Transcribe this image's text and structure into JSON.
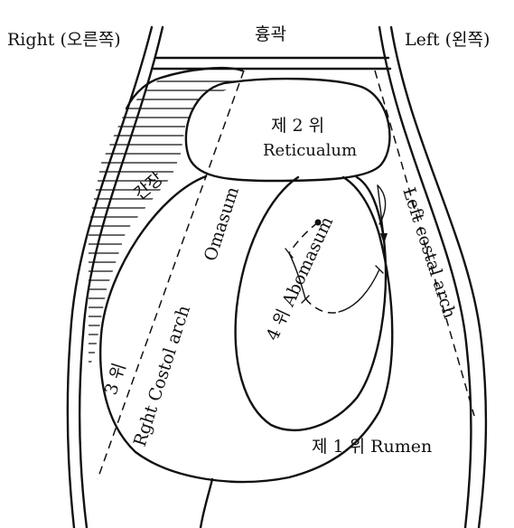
{
  "labels": {
    "right_side": "Right (오른쪽)",
    "chest": "흉곽",
    "left_side": "Left (왼쪽)",
    "reticulum_korean": "제 2 위",
    "reticulum": "Reticualum",
    "liver": "간장",
    "right_costal_arch": "Rght Costol arch",
    "omasum": "Omasum",
    "omasum_korean": "3 위",
    "abomasum": "4 위 Abomasum",
    "left_costal_arch": "Left costal arch",
    "rumen": "제 1 위 Rumen"
  }
}
